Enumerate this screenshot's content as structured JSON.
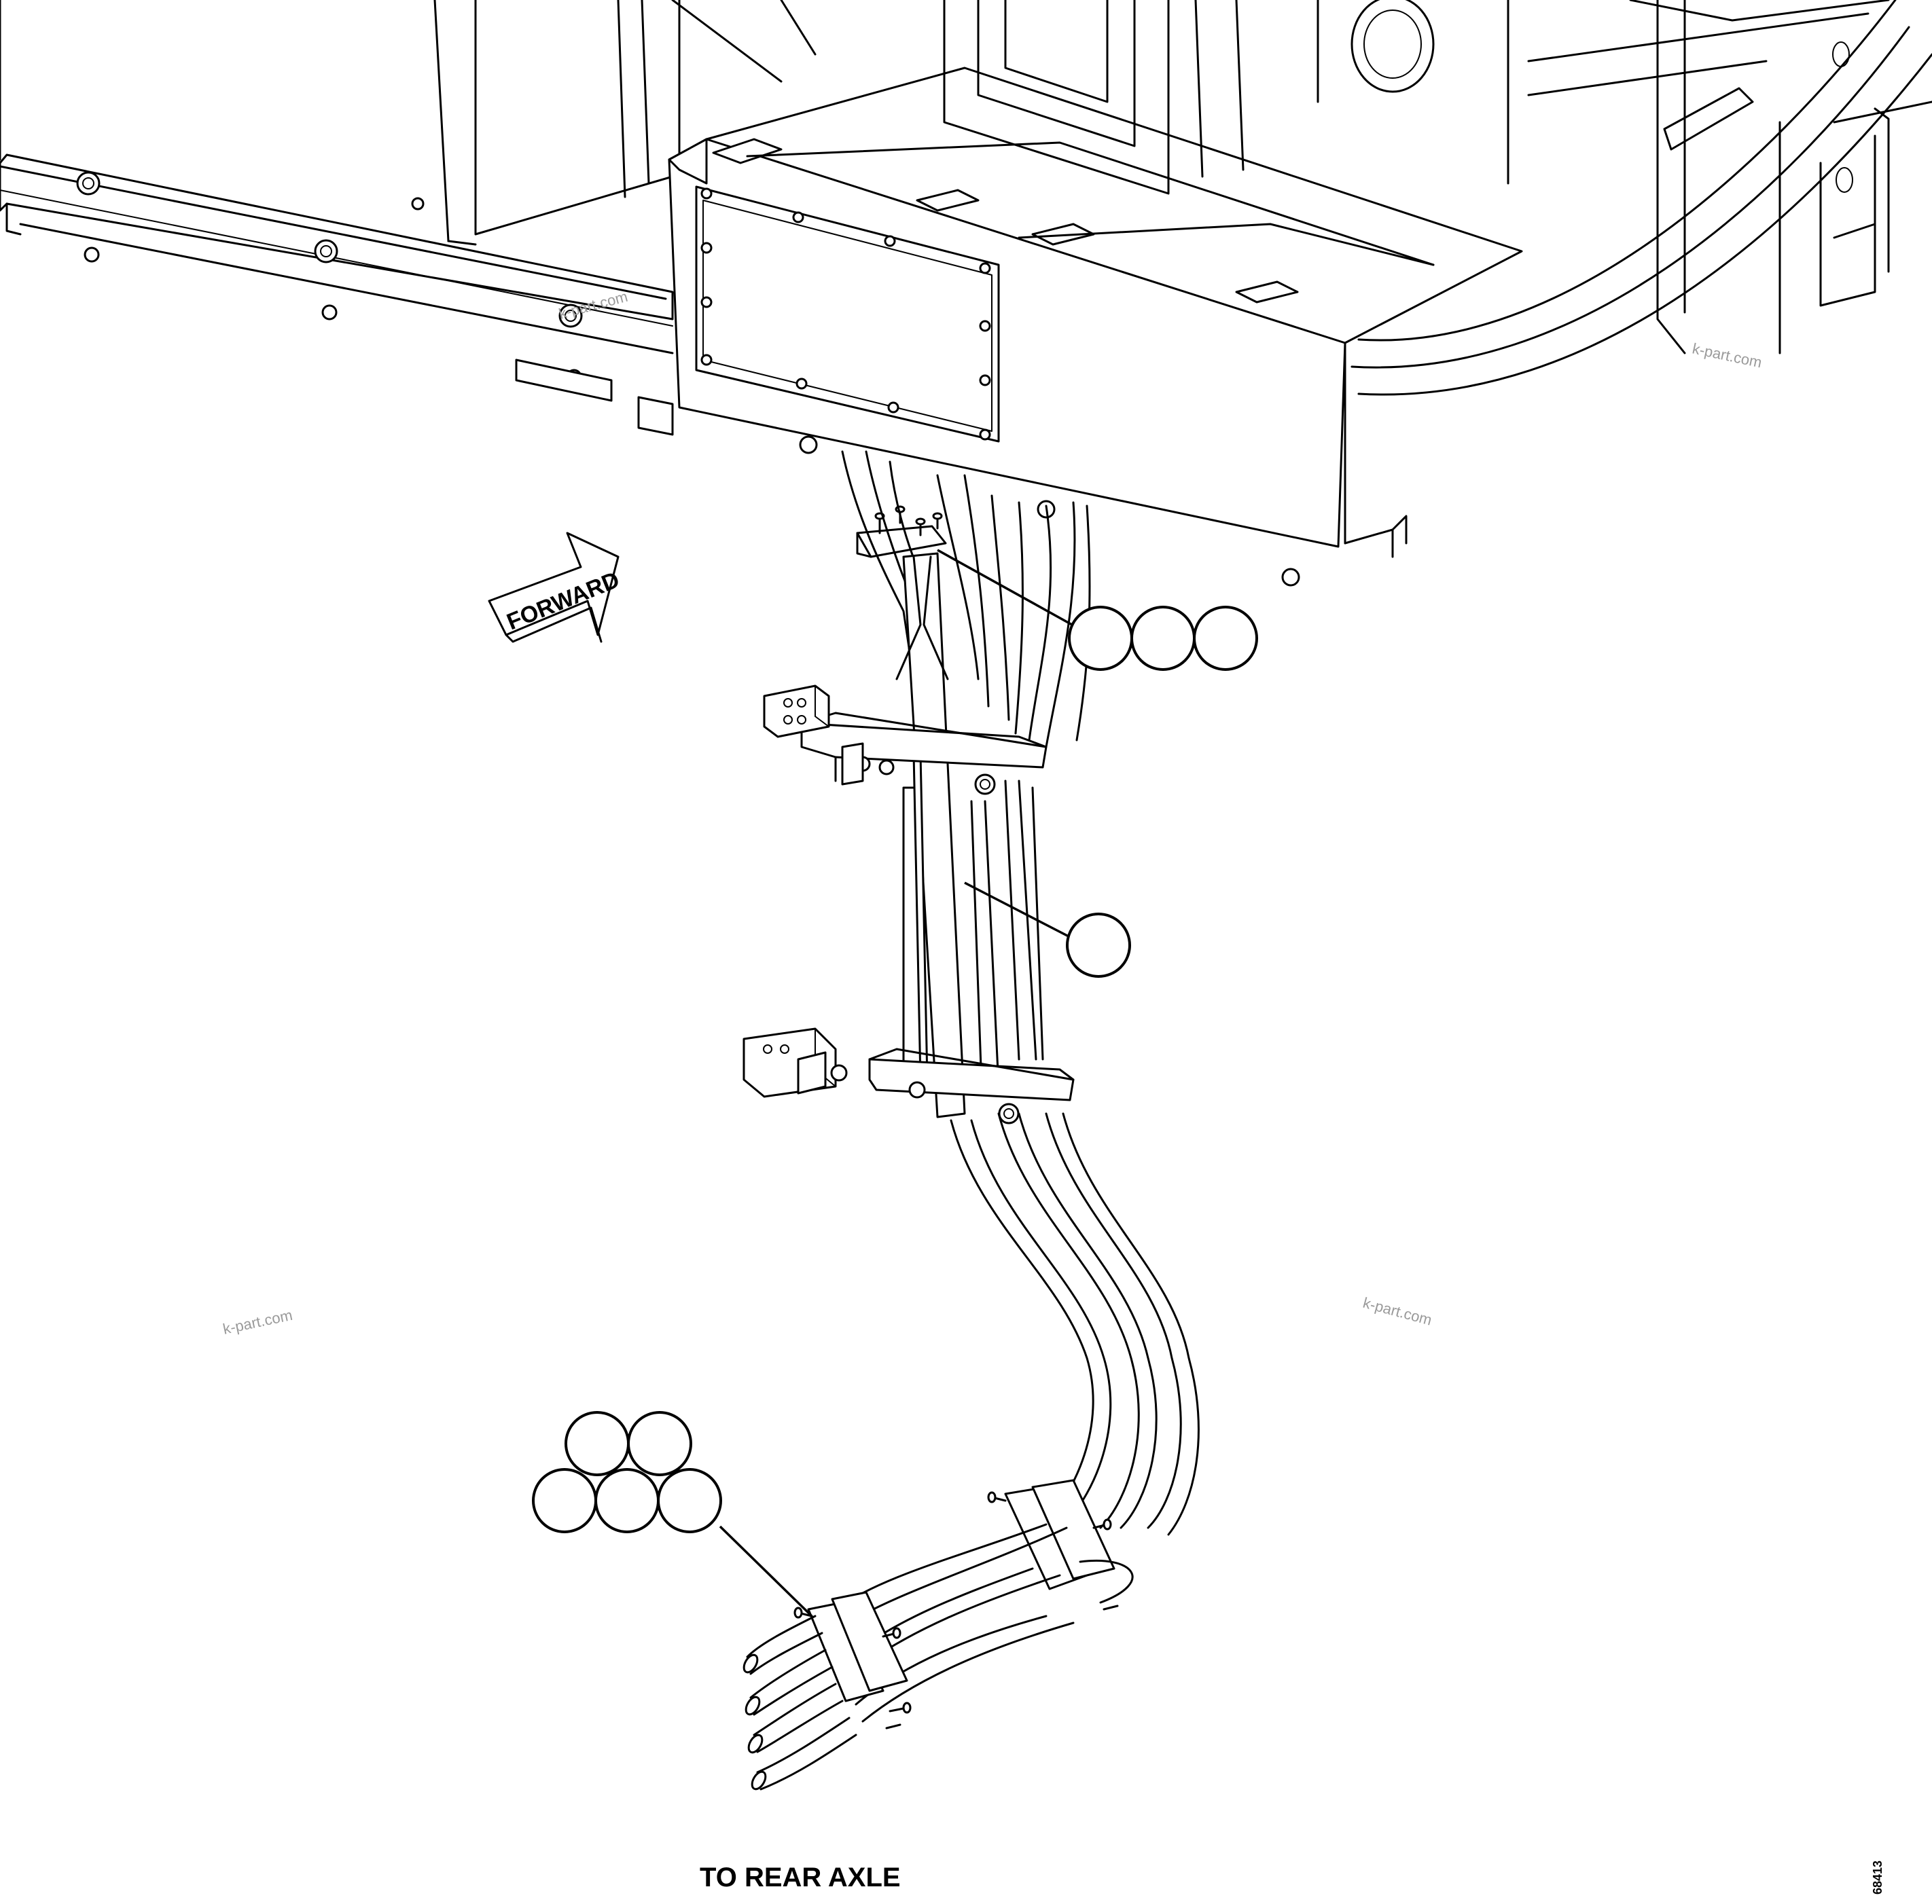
{
  "diagram": {
    "labels": {
      "forward_arrow": "FORWARD",
      "destination": "TO REAR AXLE",
      "drawing_code": "68413"
    },
    "watermarks": [
      "k-part.com",
      "k-part.com",
      "k-part.com",
      "k-part.com"
    ],
    "callout_groups": [
      {
        "name": "upper-bracket-callouts",
        "count": 3,
        "numbers": []
      },
      {
        "name": "vertical-support-callout",
        "count": 1,
        "numbers": []
      },
      {
        "name": "lower-clamp-callouts",
        "count": 5,
        "numbers": []
      }
    ],
    "colors": {
      "line": "#000000",
      "background": "#ffffff",
      "watermark": "#9a9a9a"
    }
  }
}
